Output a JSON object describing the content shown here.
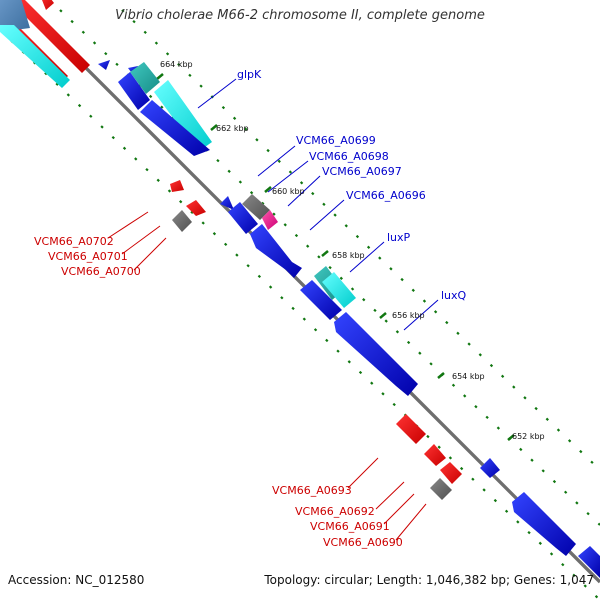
{
  "title": "Vibrio cholerae M66-2 chromosome II, complete genome",
  "accession_text": "Accession: NC_012580",
  "summary_text": "Topology: circular; Length: 1,046,382 bp; Genes: 1,047",
  "colors": {
    "backbone": "#6e6e6e",
    "forward_cds": "#0000dd",
    "reverse_cds": "#ff0000",
    "forward_label": "#0000cc",
    "reverse_label": "#cc0000",
    "cyan_feature": "#00e5e5",
    "teal_feature": "#20b2aa",
    "gray_feature": "#696969",
    "magenta_feature": "#ff1493",
    "dotted_guides": "#117711"
  },
  "position_ticks": [
    "664 kbp",
    "662 kbp",
    "660 kbp",
    "658 kbp",
    "656 kbp",
    "654 kbp",
    "652 kbp"
  ],
  "forward_genes": [
    "glpK",
    "VCM66_A0699",
    "VCM66_A0698",
    "VCM66_A0697",
    "VCM66_A0696",
    "luxP",
    "luxQ"
  ],
  "reverse_genes": [
    "VCM66_A0702",
    "VCM66_A0701",
    "VCM66_A0700",
    "VCM66_A0693",
    "VCM66_A0692",
    "VCM66_A0691",
    "VCM66_A0690"
  ]
}
